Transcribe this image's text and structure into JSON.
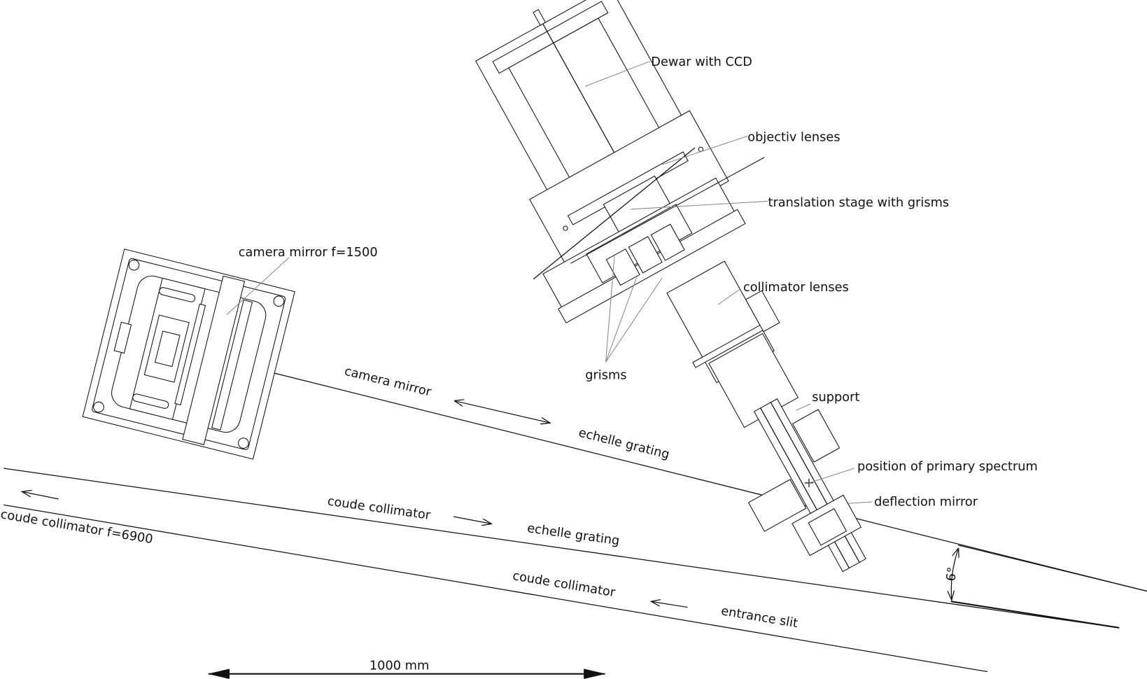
{
  "labels": {
    "dewar": "Dewar with CCD",
    "objectiv": "objectiv lenses",
    "translation": "translation stage with grisms",
    "collimator_lenses": "collimator lenses",
    "grisms": "grisms",
    "support": "support",
    "primary_spectrum": "position of primary spectrum",
    "deflection_mirror": "deflection mirror",
    "camera_mirror_f": "camera mirror f=1500",
    "camera_mirror": "camera mirror",
    "echelle_grating_1": "echelle grating",
    "coude_collimator_1": "coude collimator",
    "echelle_grating_2": "echelle grating",
    "coude_collimator_f": "coude collimator f=6900",
    "coude_collimator_2": "coude collimator",
    "entrance_slit": "entrance slit",
    "angle": "6°",
    "scale_bar": "1000 mm"
  }
}
